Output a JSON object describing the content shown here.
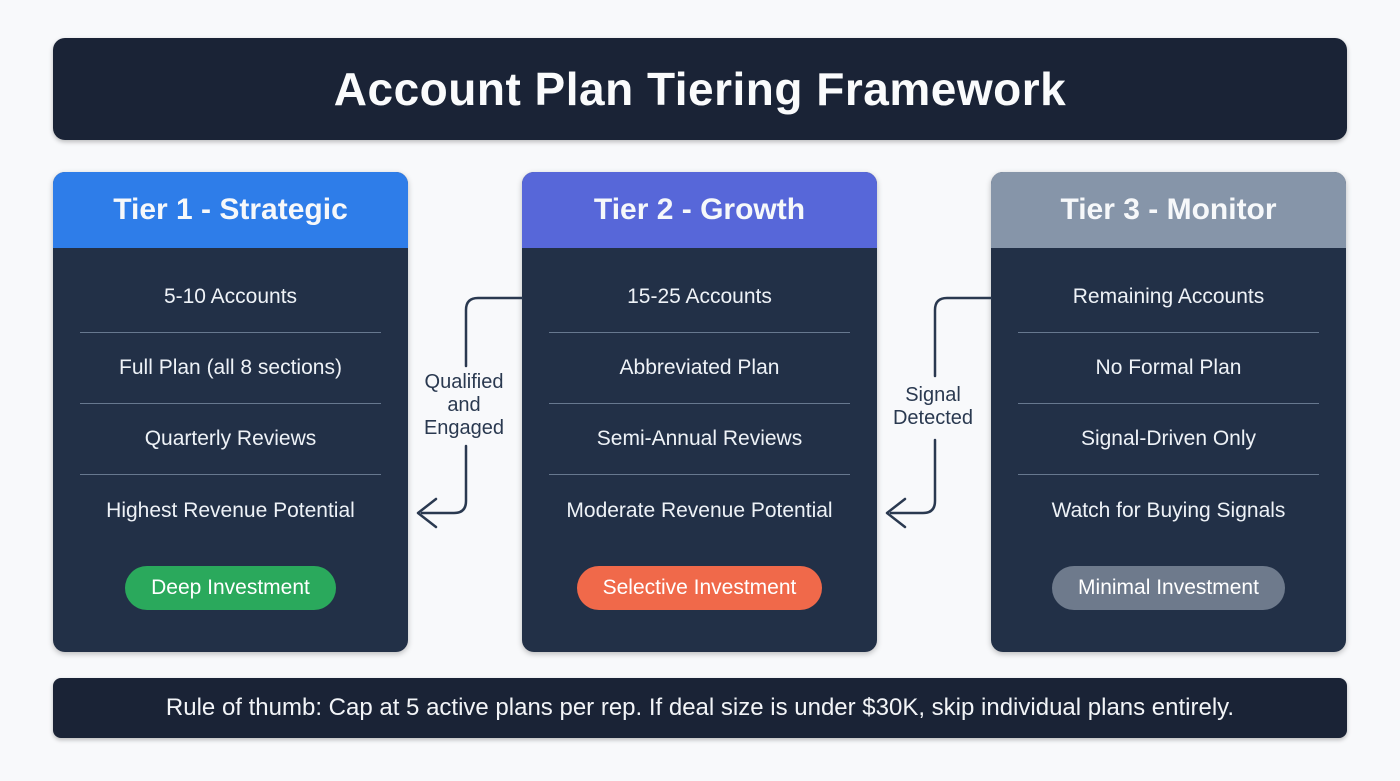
{
  "title": "Account Plan Tiering Framework",
  "colors": {
    "banner_background": "#1a2336",
    "card_background": "#223047",
    "tier1_header": "#2e7de9",
    "tier2_header": "#5767d9",
    "tier3_header": "#8695a9",
    "badge_green": "#2aa95c",
    "badge_orange": "#f0694a",
    "badge_gray": "#6e7a8c",
    "connector_line": "#2a3950"
  },
  "tiers": [
    {
      "name": "Tier 1 - Strategic",
      "header_color": "#2e7de9",
      "items": [
        "5-10 Accounts",
        "Full Plan (all 8 sections)",
        "Quarterly Reviews",
        "Highest Revenue Potential"
      ],
      "badge": {
        "label": "Deep Investment",
        "color": "#2aa95c"
      }
    },
    {
      "name": "Tier 2 - Growth",
      "header_color": "#5767d9",
      "items": [
        "15-25 Accounts",
        "Abbreviated Plan",
        "Semi-Annual Reviews",
        "Moderate Revenue Potential"
      ],
      "badge": {
        "label": "Selective Investment",
        "color": "#f0694a"
      }
    },
    {
      "name": "Tier 3 - Monitor",
      "header_color": "#8695a9",
      "items": [
        "Remaining Accounts",
        "No Formal Plan",
        "Signal-Driven Only",
        "Watch for Buying Signals"
      ],
      "badge": {
        "label": "Minimal Investment",
        "color": "#6e7a8c"
      }
    }
  ],
  "connectors": [
    {
      "label": "Qualified and Engaged",
      "from": "Tier 2 - Growth",
      "to": "Tier 1 - Strategic"
    },
    {
      "label": "Signal Detected",
      "from": "Tier 3 - Monitor",
      "to": "Tier 2 - Growth"
    }
  ],
  "footer": {
    "note": "Rule of thumb: Cap at 5 active plans per rep. If deal size is under $30K, skip individual plans entirely."
  }
}
